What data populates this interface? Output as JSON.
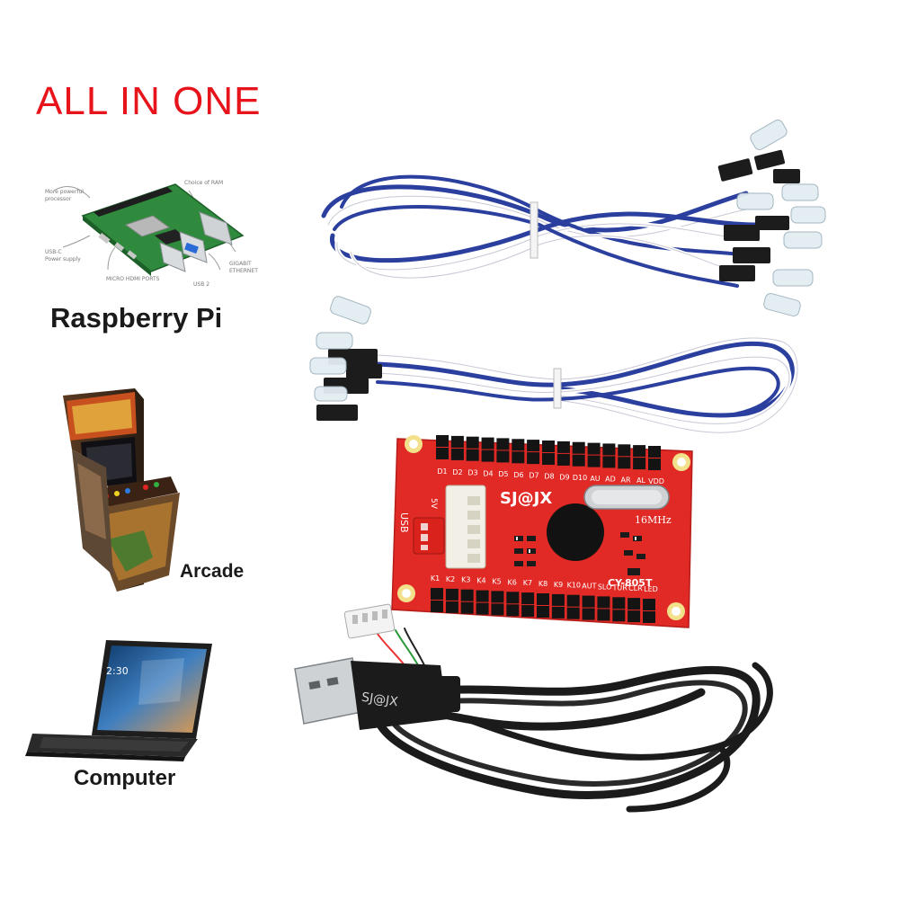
{
  "headline": "ALL IN ONE",
  "devices": {
    "pi_label": "Raspberry Pi",
    "arcade_label": "Arcade",
    "computer_label": "Computer",
    "laptop_clock": "2:30"
  },
  "board": {
    "brand": "SJ@JX",
    "model": "CY-805T",
    "freq": "16MHz",
    "top_pins": [
      "D1",
      "D2",
      "D3",
      "D4",
      "D5",
      "D6",
      "D7",
      "D8",
      "D9",
      "D10",
      "AU",
      "AD",
      "AR",
      "AL",
      "VDD"
    ],
    "bottom_pins": [
      "K1",
      "K2",
      "K3",
      "K4",
      "K5",
      "K6",
      "K7",
      "K8",
      "K9",
      "K10",
      "AUT",
      "SLO",
      "TUR",
      "CLR",
      "LED"
    ],
    "side_5v": "5V",
    "side_usb": "USB"
  },
  "usb_cable": {
    "molded_brand": "SJ@JX"
  },
  "colors": {
    "headline": "#e8141b",
    "board_red": "#e12a25",
    "wire_blue": "#2b3f9e",
    "cable_black": "#1b1b1b"
  }
}
